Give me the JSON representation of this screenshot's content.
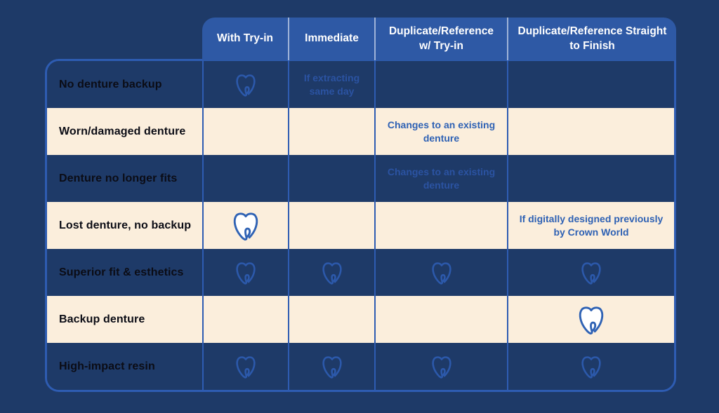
{
  "chart_data": {
    "type": "table",
    "title": "Denture workflow comparison",
    "columns": [
      {
        "label": "With Try-in"
      },
      {
        "label": "Immediate"
      },
      {
        "label": "Duplicate/Reference w/ Try-in"
      },
      {
        "label": "Duplicate/Reference Straight to Finish"
      }
    ],
    "rows": [
      {
        "label": "No denture backup",
        "theme": "dark",
        "cells": [
          {
            "icon": "tooth",
            "size": "small"
          },
          {
            "text": "If extracting same day"
          },
          {},
          {}
        ]
      },
      {
        "label": "Worn/damaged denture",
        "theme": "cream",
        "cells": [
          {},
          {},
          {
            "text": "Changes to an existing denture"
          },
          {}
        ]
      },
      {
        "label": "Denture no longer fits",
        "theme": "dark",
        "cells": [
          {},
          {},
          {
            "text": "Changes to an existing denture"
          },
          {}
        ]
      },
      {
        "label": "Lost denture, no backup",
        "theme": "cream",
        "cells": [
          {
            "icon": "tooth",
            "size": "large"
          },
          {},
          {},
          {
            "text": "If digitally designed previously by Crown World"
          }
        ]
      },
      {
        "label": "Superior fit & esthetics",
        "theme": "dark",
        "cells": [
          {
            "icon": "tooth",
            "size": "small"
          },
          {
            "icon": "tooth",
            "size": "small"
          },
          {
            "icon": "tooth",
            "size": "small"
          },
          {
            "icon": "tooth",
            "size": "small"
          }
        ]
      },
      {
        "label": "Backup denture",
        "theme": "cream",
        "cells": [
          {},
          {},
          {},
          {
            "icon": "tooth",
            "size": "large"
          }
        ]
      },
      {
        "label": "High-impact resin",
        "theme": "dark",
        "cells": [
          {
            "icon": "tooth",
            "size": "small"
          },
          {
            "icon": "tooth",
            "size": "small"
          },
          {
            "icon": "tooth",
            "size": "small"
          },
          {
            "icon": "tooth",
            "size": "small"
          }
        ]
      }
    ],
    "legend_icon": "tooth-icon",
    "layout": {
      "grid": "vertical-dividers-only",
      "header_position": "top"
    }
  },
  "colors": {
    "background_navy": "#1E3A68",
    "header_blue": "#2E59A5",
    "header_divider": "#9FB3D8",
    "cream": "#FBEEDC",
    "grid_border": "#2E5CB2",
    "note_on_dark": "#2B53A2",
    "note_on_cream": "#2E61B4",
    "icon_stroke": "#2F62B4",
    "icon_stroke_muted": "#2C59AB",
    "label_text": "#0B0C15",
    "header_text": "#FFFFFF"
  }
}
